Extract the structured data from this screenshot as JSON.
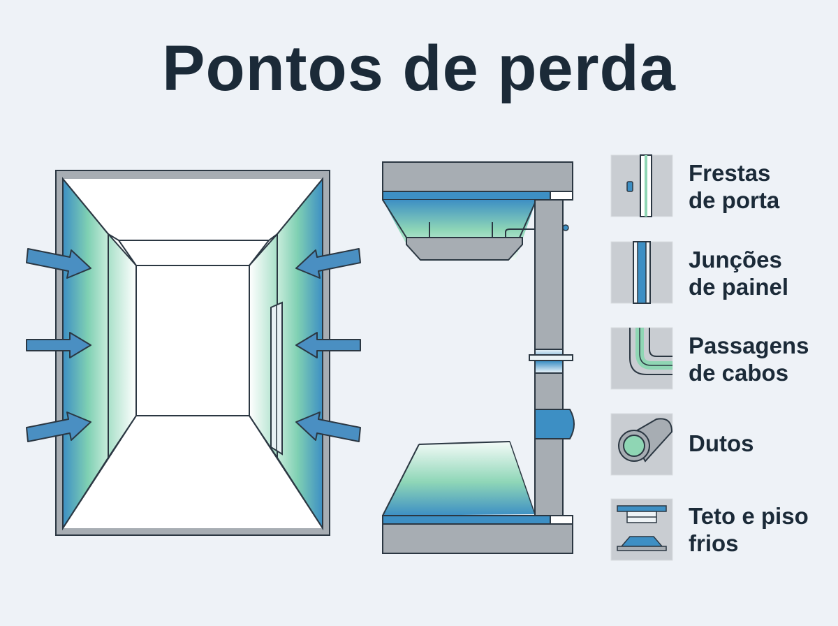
{
  "title": "Pontos de perda",
  "legend": [
    {
      "icon": "door-gap-icon",
      "label": "Frestas\nde porta"
    },
    {
      "icon": "panel-joint-icon",
      "label": "Junções\nde painel"
    },
    {
      "icon": "cable-pass-icon",
      "label": "Passagens\nde cabos"
    },
    {
      "icon": "duct-icon",
      "label": "Dutos"
    },
    {
      "icon": "ceiling-floor-icon",
      "label": "Teto e piso\nfrios"
    }
  ],
  "colors": {
    "background": "#eef2f7",
    "text": "#1b2a38",
    "blue": "#3d8fc4",
    "green": "#8fd6b4",
    "gray": "#a7adb3",
    "outline": "#2b3742"
  }
}
